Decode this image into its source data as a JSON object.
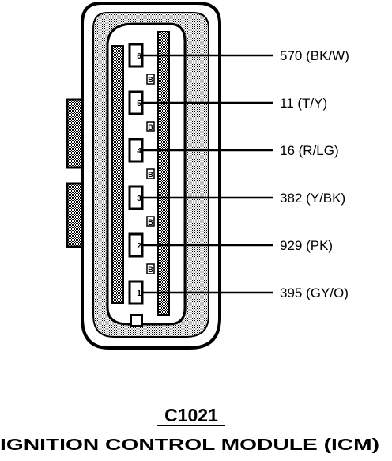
{
  "connector": {
    "id": "C1021",
    "name": "IGNITION CONTROL MODULE (ICM)"
  },
  "pins": [
    {
      "pin": "6",
      "circuit": "570 (BK/W)"
    },
    {
      "pin": "5",
      "circuit": "11 (T/Y)"
    },
    {
      "pin": "4",
      "circuit": "16 (R/LG)"
    },
    {
      "pin": "3",
      "circuit": "382 (Y/BK)"
    },
    {
      "pin": "2",
      "circuit": "929 (PK)"
    },
    {
      "pin": "1",
      "circuit": "395 (GY/O)"
    }
  ],
  "keys": [
    "B",
    "B",
    "B",
    "B",
    "B"
  ]
}
